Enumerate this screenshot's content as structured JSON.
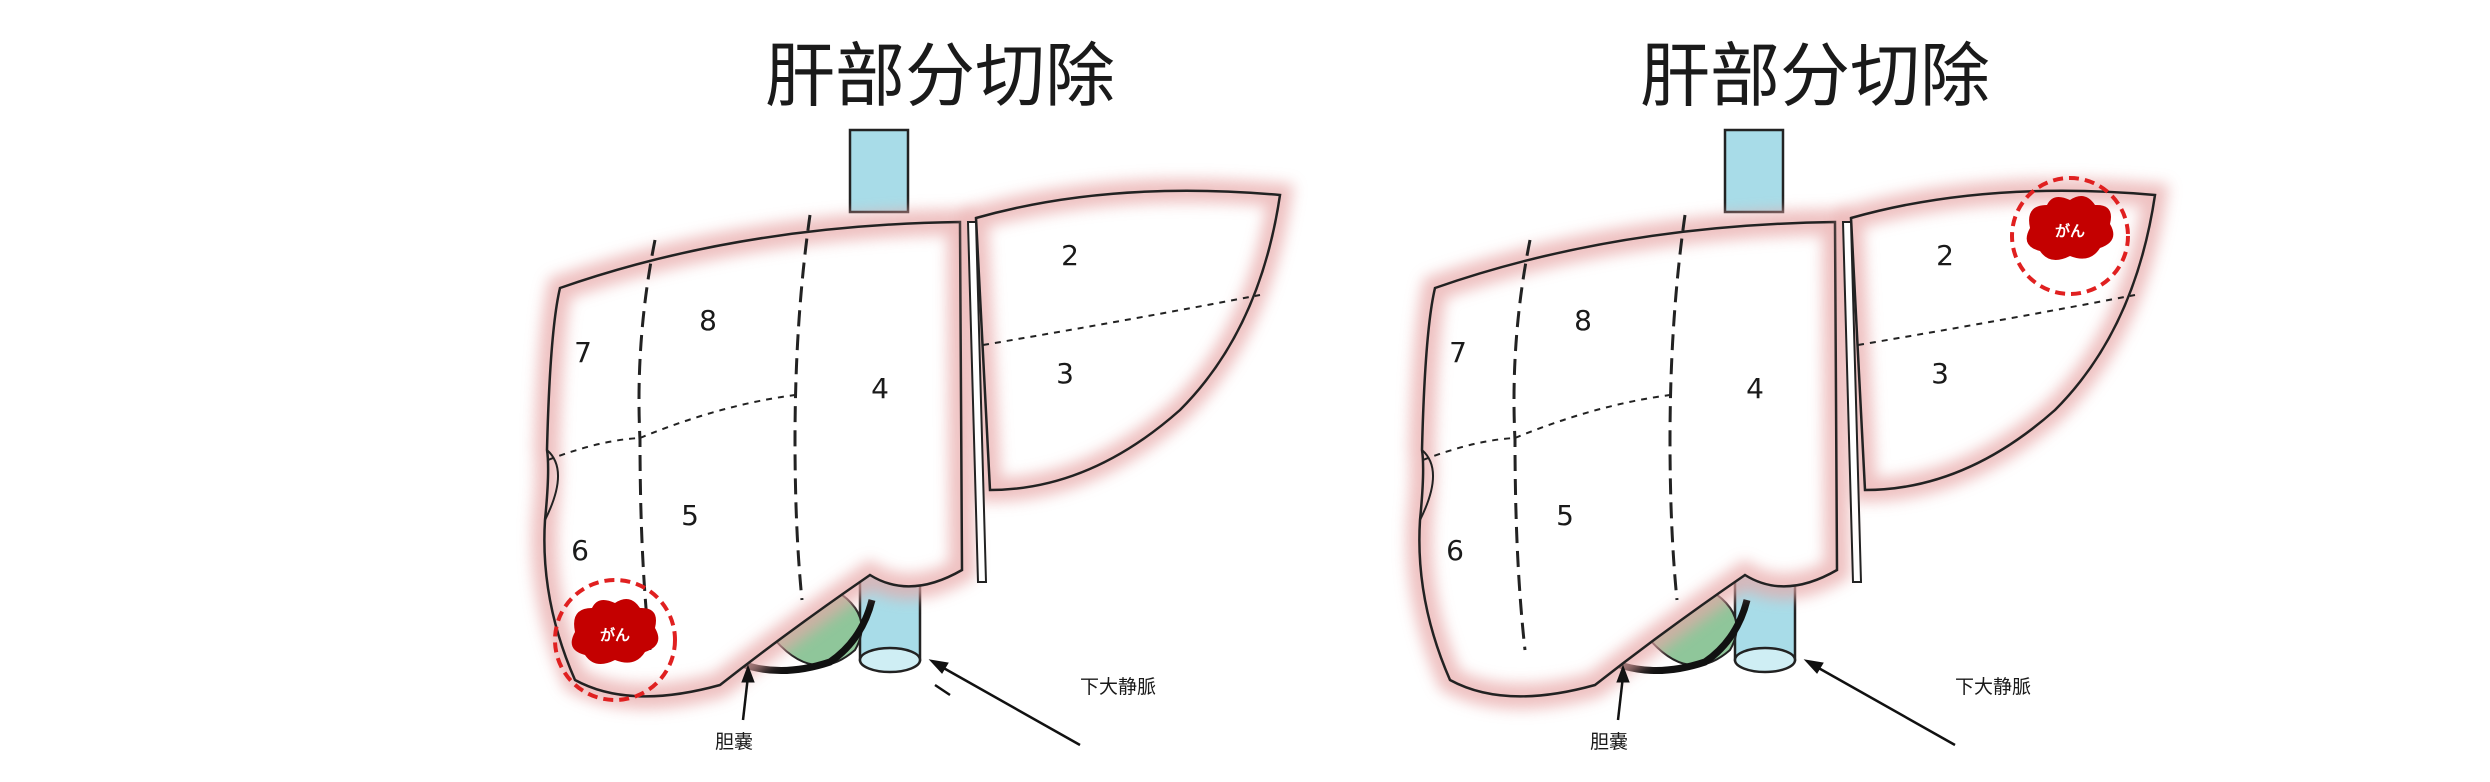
{
  "panels": [
    {
      "title": "肝部分切除",
      "segments": [
        "2",
        "3",
        "4",
        "5",
        "6",
        "7",
        "8"
      ],
      "tumor_label": "がん",
      "tumor_location": "segment 6",
      "labels": {
        "gallbladder": "胆嚢",
        "ivc": "下大静脈"
      }
    },
    {
      "title": "肝部分切除",
      "segments": [
        "2",
        "3",
        "4",
        "5",
        "6",
        "7",
        "8"
      ],
      "tumor_label": "がん",
      "tumor_location": "segment 2",
      "labels": {
        "gallbladder": "胆嚢",
        "ivc": "下大静脈"
      }
    }
  ],
  "colors": {
    "liver_rim": "#e8a8a8",
    "tumor": "#c40000",
    "tumor_ring": "#e02020",
    "ivc": "#a8dce8",
    "gallbladder": "#7fb88a"
  }
}
